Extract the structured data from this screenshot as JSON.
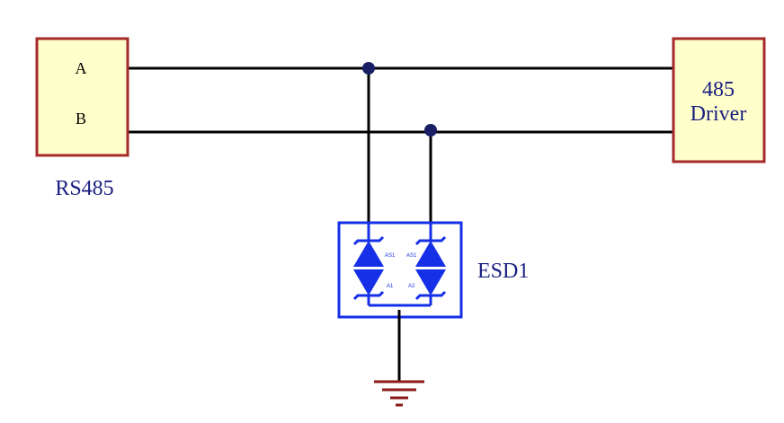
{
  "colors": {
    "background": "#ffffff",
    "wire": "#000000",
    "junction": "#1a1f66",
    "connector_fill": "#ffffcc",
    "connector_border": "#a52a2a",
    "label_navy": "#1a1f80",
    "esd_blue": "#1530e6",
    "ground": "#8b1a1a"
  },
  "connector": {
    "name": "RS485",
    "pins": [
      "A",
      "B"
    ]
  },
  "driver": {
    "line1": "485",
    "line2": "Driver"
  },
  "esd": {
    "name": "ESD1",
    "pin_labels_top": [
      "AS1",
      "AS1"
    ],
    "pin_labels_bottom": [
      "A1",
      "A2"
    ]
  },
  "ground": {
    "symbol": "ground-icon"
  }
}
